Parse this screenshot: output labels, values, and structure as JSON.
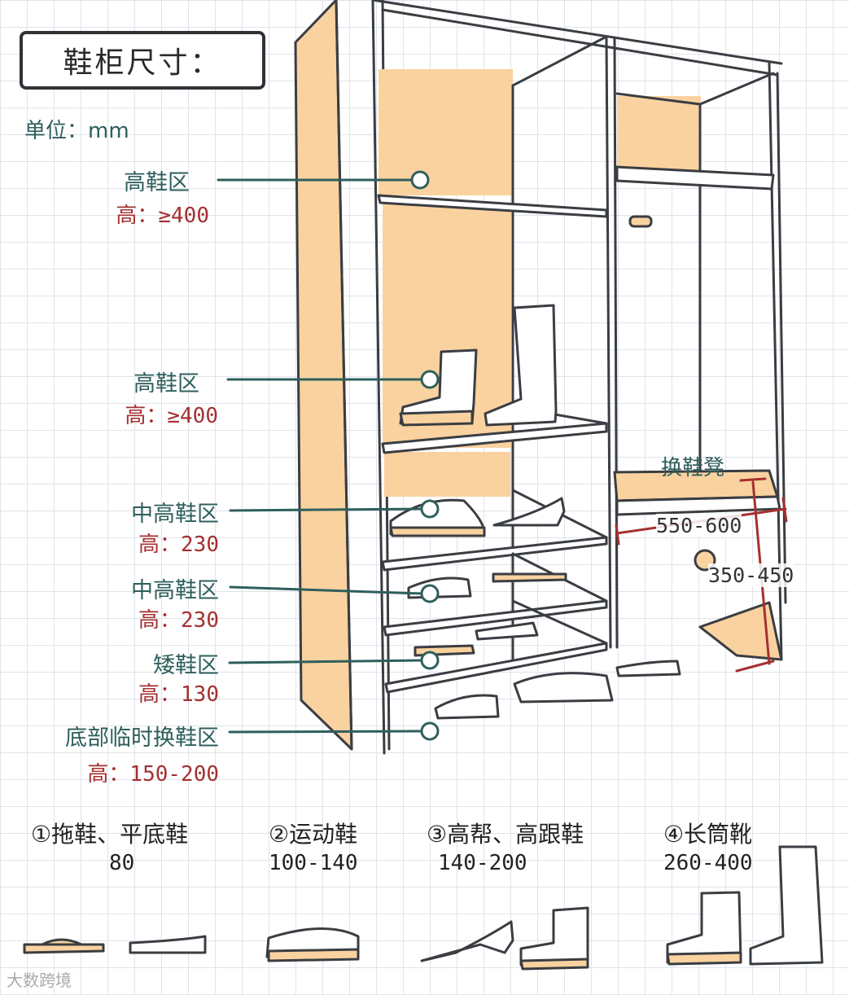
{
  "title": "鞋柜尺寸：",
  "unit": "单位：mm",
  "zones": [
    {
      "label": "高鞋区",
      "value": "高：≥400"
    },
    {
      "label": "高鞋区",
      "value": "高：≥400"
    },
    {
      "label": "中高鞋区",
      "value": "高：230"
    },
    {
      "label": "中高鞋区",
      "value": "高：230"
    },
    {
      "label": "矮鞋区",
      "value": "高：130"
    },
    {
      "label": "底部临时换鞋区",
      "value": "高：150-200"
    }
  ],
  "bench": {
    "label": "换鞋凳",
    "width": "550-600",
    "height": "350-450"
  },
  "categories": [
    {
      "title": "①拖鞋、平底鞋",
      "value": "80"
    },
    {
      "title": "②运动鞋",
      "value": "100-140"
    },
    {
      "title": "③高帮、高跟鞋",
      "value": "140-200"
    },
    {
      "title": "④长筒靴",
      "value": "260-400"
    }
  ],
  "colors": {
    "wood": "#f9d2a0",
    "line": "#3a3d42",
    "label": "#2e5f5c",
    "value": "#a53030"
  },
  "watermark": "大数跨境"
}
